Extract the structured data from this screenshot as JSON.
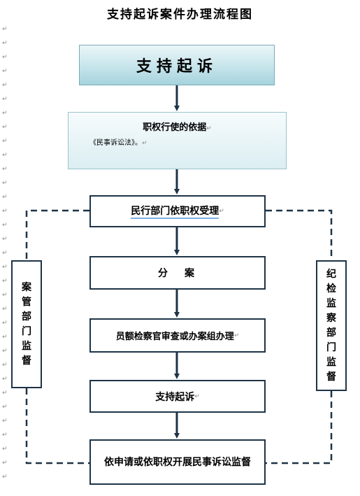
{
  "title": "支持起诉案件办理流程图",
  "paragraph_mark": "↵",
  "flow": {
    "main": "支持起诉",
    "basis_title": "职权行使的依据",
    "basis_law": "《民事诉讼法》。",
    "accept": "民行部门依职权受理",
    "assign": "分案",
    "review": "员额检察官审查或办案组办理",
    "support": "支持起诉",
    "final": "依申请或依职权开展民事诉讼监督"
  },
  "side": {
    "left": "案管部门监督",
    "right": "纪检监察部门监督"
  },
  "colors": {
    "border": "#1e3447",
    "arrow": "#1e3447",
    "dashed": "#1e3447",
    "main_fill_top": "#eaf6f8",
    "main_fill_bottom": "#a6d3dd"
  }
}
